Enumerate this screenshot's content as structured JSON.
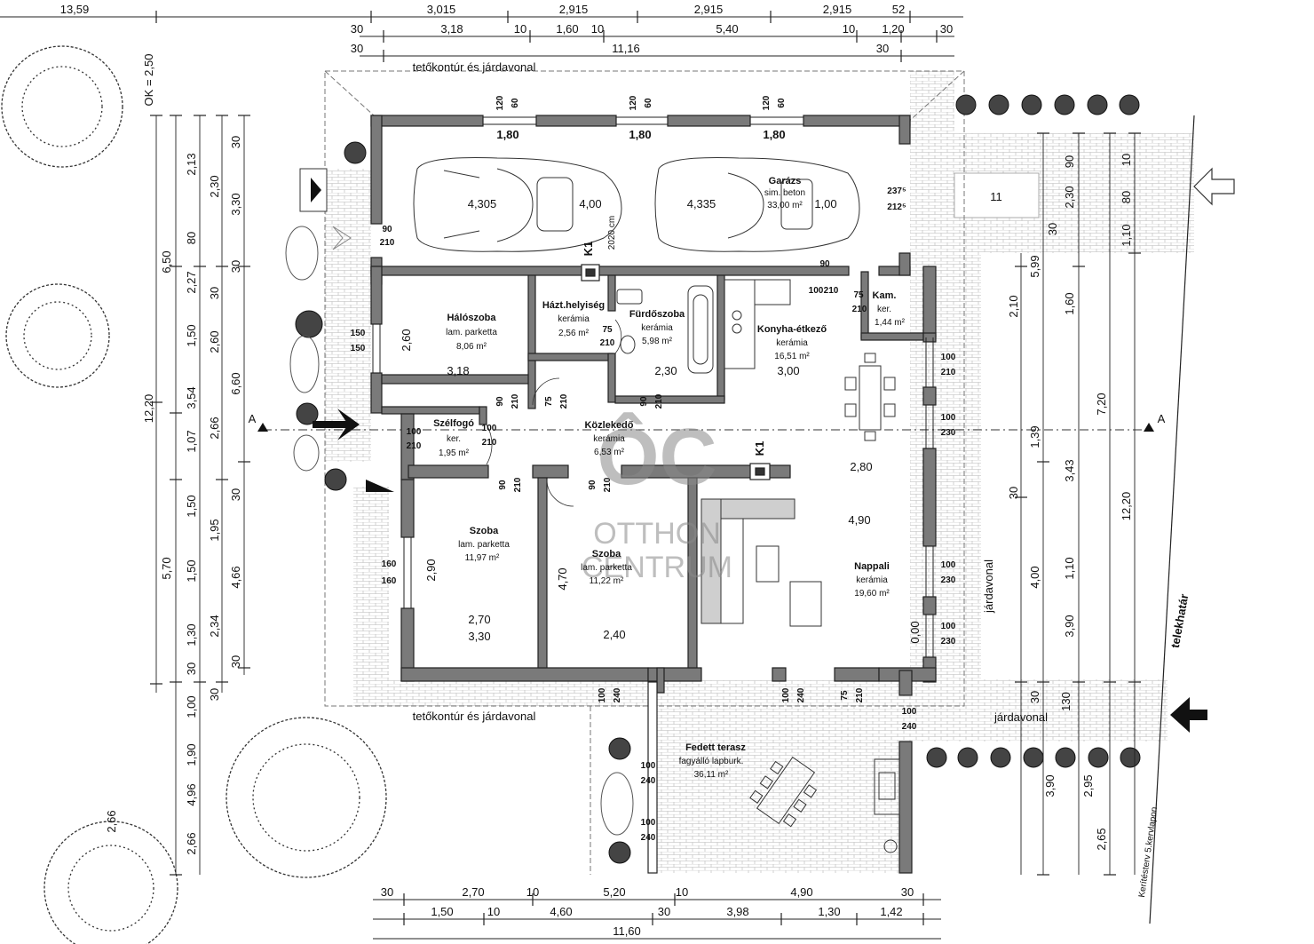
{
  "watermark": {
    "logo": "ÔC",
    "line1": "OTTHON",
    "line2": "CENTRUM"
  },
  "labels": {
    "ok": "OK = 2,50",
    "roof_top": "tetőkontúr és járdavonal",
    "roof_bottom": "tetőkontúr és járdavonal",
    "jardavonal_v": "járdavonal",
    "jardavonal_h": "járdavonal",
    "telekhatar": "telekhatár",
    "kerites": "Kerítésterv 5.kervlapon",
    "section_a": "A",
    "k1": "K1",
    "car_note": "2020 cm",
    "house_number": "11"
  },
  "rooms": {
    "garage": {
      "name": "Garázs",
      "floor": "sim. beton",
      "area": "33,00 m²"
    },
    "bedroom": {
      "name": "Hálószoba",
      "floor": "lam. parketta",
      "area": "8,06 m²"
    },
    "utility": {
      "name": "Házt.helyiség",
      "floor": "kerámia",
      "area": "2,56 m²"
    },
    "bathroom": {
      "name": "Fürdőszoba",
      "floor": "kerámia",
      "area": "5,98 m²"
    },
    "kitchen": {
      "name": "Konyha-étkező",
      "floor": "kerámia",
      "area": "16,51 m²"
    },
    "pantry": {
      "name": "Kam.",
      "floor": "ker.",
      "area": "1,44 m²"
    },
    "vestibule": {
      "name": "Szélfogó",
      "floor": "ker.",
      "area": "1,95 m²"
    },
    "hall": {
      "name": "Közlekedő",
      "floor": "kerámia",
      "area": "6,53 m²"
    },
    "room1": {
      "name": "Szoba",
      "floor": "lam. parketta",
      "area": "11,97 m²"
    },
    "room2": {
      "name": "Szoba",
      "floor": "lam. parketta",
      "area": "11,22 m²"
    },
    "living": {
      "name": "Nappali",
      "floor": "kerámia",
      "area": "19,60 m²"
    },
    "terrace": {
      "name": "Fedett terasz",
      "floor": "fagyálló lapburk.",
      "area": "36,11 m²"
    }
  },
  "dims_top": {
    "r0": [
      "13,59",
      "3,015",
      "2,915",
      "2,915",
      "2,915",
      "52"
    ],
    "r1": [
      "30",
      "3,18",
      "10",
      "1,60",
      "10",
      "5,40",
      "10",
      "1,20",
      "30"
    ],
    "r2": [
      "30",
      "11,16",
      "30"
    ]
  },
  "dims_bottom": {
    "r1": [
      "30",
      "2,70",
      "10",
      "5,20",
      "10",
      "4,90",
      "30"
    ],
    "r2": [
      "1,50",
      "10",
      "4,60",
      "30",
      "3,98",
      "1,30",
      "1,42"
    ],
    "r3": [
      "11,60"
    ]
  },
  "dims_left": {
    "c1": [
      "6,50",
      "12,20",
      "5,70"
    ],
    "c2": [
      "2,13",
      "80",
      "2,27",
      "1,50",
      "3,54",
      "1,07",
      "1,50",
      "1,50",
      "1,30",
      "30",
      "1,00",
      "1,90",
      "4,96",
      "2,66"
    ],
    "c3": [
      "2,30",
      "30",
      "2,60",
      "2,66",
      "1,95",
      "2,34",
      "30",
      "2,66"
    ],
    "c4": [
      "30",
      "3,30",
      "30",
      "6,60",
      "30",
      "4,66",
      "30"
    ]
  },
  "dims_right": {
    "c1": [
      "90",
      "2,30",
      "30",
      "2,10",
      "30",
      "4,00",
      "30",
      "3,90"
    ],
    "c2": [
      "5,99",
      "1,60",
      "1,39",
      "1,10",
      "3,90",
      "2,95"
    ],
    "c3": [
      "10",
      "80",
      "1,10",
      "7,20",
      "3,43",
      "12,20",
      "2,65"
    ]
  },
  "inner": {
    "win1": "1,80",
    "win2": "1,80",
    "win3": "1,80",
    "h120a": "120",
    "h60a": "60",
    "h120b": "120",
    "h60b": "60",
    "h120c": "120",
    "h60c": "60",
    "car1": "4,305",
    "car1b": "4,00",
    "car2": "4,335",
    "car2b": "1,00",
    "g_h1": "237⁵",
    "g_h2": "212⁵",
    "d90_210a": "90",
    "d90_210b": "210",
    "d90g": "90",
    "bed_w": "3,18",
    "bed_h": "2,60",
    "kit_w": "3,00",
    "bath_w": "2,30",
    "d75a": "75",
    "d210a": "210",
    "d100k": "100",
    "d210k": "210",
    "d75k": "75",
    "d210p": "210",
    "w150a": "150",
    "w150b": "150",
    "d90a": "90",
    "d210b": "210",
    "d75b": "75",
    "d210c": "210",
    "d90c": "90",
    "d210d": "210",
    "d100e": "100",
    "d210e": "210",
    "d100f": "100",
    "d210f": "210",
    "d90g2": "90",
    "d210g": "210",
    "d90h": "90",
    "d210h": "210",
    "r1_w": "2,70",
    "r1_w2": "3,30",
    "r1_h": "2,90",
    "r2_w": "2,40",
    "r2_h": "4,70",
    "lv_w": "4,90",
    "lv_h": "2,80",
    "w160a": "160",
    "w160b": "160",
    "rw100a": "100",
    "rw210a": "210",
    "rw100b": "100",
    "rw230b": "230",
    "rw100c": "100",
    "rw230c": "230",
    "rw100d": "100",
    "rw230d": "230",
    "t100a": "100",
    "t240a": "240",
    "t100b": "100",
    "t240b": "240",
    "t75": "75",
    "t210": "210",
    "t100c": "100",
    "t240c": "240",
    "tl100a": "100",
    "tl240a": "240",
    "tl100b": "100",
    "tl240b": "240",
    "zero": "0,00",
    "h130": "130"
  }
}
